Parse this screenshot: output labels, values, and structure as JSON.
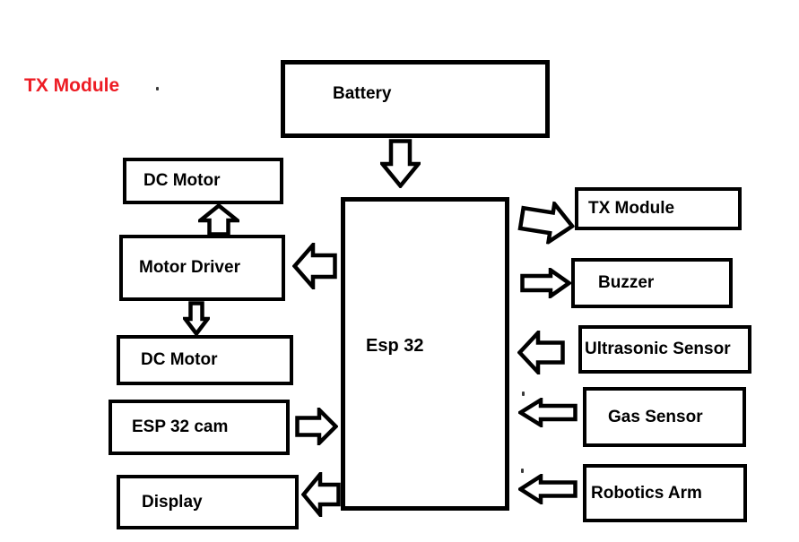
{
  "diagram": {
    "title": "TX Module",
    "title_color": "#ed1c24",
    "line_color": "#000000",
    "background": "#ffffff",
    "nodes": {
      "battery": {
        "label": "Battery"
      },
      "dc_motor_top": {
        "label": "DC Motor"
      },
      "motor_driver": {
        "label": "Motor Driver"
      },
      "dc_motor_bottom": {
        "label": "DC Motor"
      },
      "esp32_cam": {
        "label": "ESP 32 cam"
      },
      "display": {
        "label": "Display"
      },
      "esp32": {
        "label": "Esp 32"
      },
      "tx_module": {
        "label": "TX Module"
      },
      "buzzer": {
        "label": "Buzzer"
      },
      "ultrasonic_sensor": {
        "label": "Ultrasonic Sensor"
      },
      "gas_sensor": {
        "label": "Gas Sensor"
      },
      "robotics_arm": {
        "label": "Robotics Arm"
      }
    },
    "connections": [
      {
        "from": "Battery",
        "to": "Esp 32",
        "direction": "down"
      },
      {
        "from": "Motor Driver",
        "to": "DC Motor (top)",
        "direction": "up"
      },
      {
        "from": "Esp 32",
        "to": "Motor Driver",
        "direction": "left"
      },
      {
        "from": "Motor Driver",
        "to": "DC Motor (bottom)",
        "direction": "down"
      },
      {
        "from": "ESP 32 cam",
        "to": "Esp 32",
        "direction": "right"
      },
      {
        "from": "Esp 32",
        "to": "Display",
        "direction": "left"
      },
      {
        "from": "Esp 32",
        "to": "TX Module",
        "direction": "right"
      },
      {
        "from": "Esp 32",
        "to": "Buzzer",
        "direction": "right"
      },
      {
        "from": "Ultrasonic Sensor",
        "to": "Esp 32",
        "direction": "left"
      },
      {
        "from": "Gas Sensor",
        "to": "Esp 32",
        "direction": "left"
      },
      {
        "from": "Robotics Arm",
        "to": "Esp 32",
        "direction": "left"
      }
    ]
  }
}
